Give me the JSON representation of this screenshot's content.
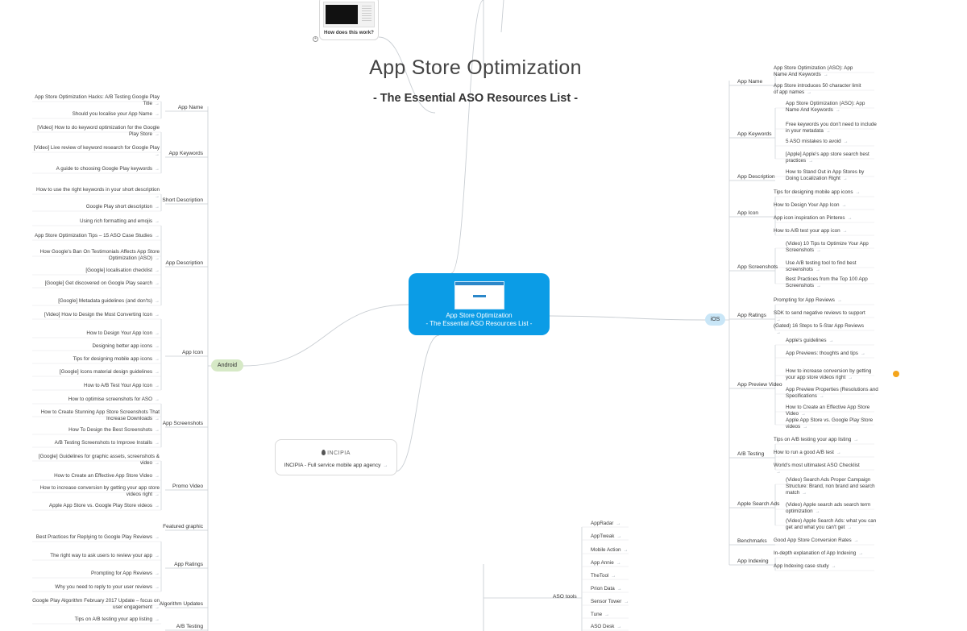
{
  "title": "App Store Optimization",
  "subtitle": "- The Essential ASO Resources List -",
  "center": {
    "line1": "App Store Optimization",
    "line2": "- The Essential ASO Resources List -"
  },
  "how_label": "How does this work?",
  "incipia_logo": "INCIPIA",
  "incipia_text": "INCIPIA - Full service mobile app agency",
  "android": {
    "label": "Android",
    "branches": [
      {
        "label": "App Name",
        "leaves": [
          "App Store Optimization Hacks: A/B Testing Google Play Title",
          "Should you localise your App Name"
        ]
      },
      {
        "label": "App Keywords",
        "leaves": [
          "[Video] How to do keyword optimization for the Google Play Store",
          "[Video] Live review of keyword research for Google Play",
          "A guide to choosing Google Play keywords"
        ]
      },
      {
        "label": "Short Description",
        "leaves": [
          "How to use the right keywords in your short description",
          "Google Play short description"
        ]
      },
      {
        "label": "App Description",
        "leaves": [
          "Using rich formatting and emojis",
          "App Store Optimization Tips – 15 ASO Case Studies",
          "How Google's Ban On Testimonials Affects App Store Optimization (ASO)",
          "[Google] localisation checklist",
          "[Google] Get discovered on Google Play search",
          "[Google] Metadata guidelines (and don'ts)"
        ]
      },
      {
        "label": "App Icon",
        "leaves": [
          "[Video] How to Design the Most Converting Icon",
          "How to Design Your App Icon",
          "Designing better app icons",
          "Tips for designing mobile app icons",
          "[Google] Icons material design guidelines",
          "How to A/B Test Your App Icon"
        ]
      },
      {
        "label": "App Screenshots",
        "leaves": [
          "How to optimise screenshots for ASO",
          "How to Create Stunning App Store Screenshots That Increase Downloads",
          "How To Design the Best Screenshots",
          "A/B Testing Screenshots to Improve Installs"
        ]
      },
      {
        "label": "Promo Video",
        "leaves": [
          "[Google] Guidelines for graphic assets, screenshots & video",
          "How to Create an Effective App Store Video",
          "How to increase conversion by getting your app store videos right",
          "Apple App Store vs. Google Play Store videos"
        ]
      },
      {
        "label": "Featured graphic",
        "leaves": []
      },
      {
        "label": "App Ratings",
        "leaves": [
          "Best Practices for Replying to Google Play Reviews",
          "The right way to ask users to review your app",
          "Prompting for App Reviews",
          "Why you need to reply to your user reviews"
        ]
      },
      {
        "label": "Algorithm Updates",
        "leaves": [
          "Google Play Algorithm February 2017 Update – focus on user engagement"
        ]
      },
      {
        "label": "A/B Testing",
        "leaves": [
          "Tips on A/B testing your app listing"
        ]
      }
    ]
  },
  "ios": {
    "label": "iOS",
    "branches": [
      {
        "label": "App Name",
        "leaves": [
          "App Store Optimization (ASO): App Name And Keywords",
          "App Store introduces 50 character limit of app names"
        ]
      },
      {
        "label": "App Keywords",
        "leaves": [
          "App Store Optimization (ASO): App Name And Keywords",
          "Free keywords you don't need to include in your metadata",
          "5 ASO mistakes to avoid",
          "[Apple] Apple's app store search best practices"
        ]
      },
      {
        "label": "App Description",
        "leaves": [
          "How to Stand Out in App Stores by Doing Localization Right"
        ]
      },
      {
        "label": "App Icon",
        "leaves": [
          "Tips for designing mobile app icons",
          "How to Design Your App Icon",
          "App icon inspiration on Pinteres",
          "How to A/B test your app icon"
        ]
      },
      {
        "label": "App Screenshots",
        "leaves": [
          "(Video) 10 Tips to Optimize Your App Screenshots",
          "Use A/B testing tool to find best screenshots",
          "Best Practices from the Top 100 App Screenshots"
        ]
      },
      {
        "label": "App Ratings",
        "leaves": [
          "Prompting for App Reviews",
          "SDK to send negative reviews to support",
          "(Gated) 16 Steps to 5-Star App Reviews"
        ]
      },
      {
        "label": "App Preview Video",
        "leaves": [
          "Apple's guidelines",
          "App Previews: thoughts and tips",
          "How to increase conversion by getting your app store videos right",
          "App Preview Properties (Resolutions and Specifications",
          "How to Create an Effective App Store Video",
          "Apple App Store vs. Google Play Store videos"
        ]
      },
      {
        "label": "A/B Testing",
        "leaves": [
          "Tips on A/B testing your app listing",
          "How to run a good A/B test",
          "World's most ultimatest ASO Checklist"
        ]
      },
      {
        "label": "Apple Search Ads",
        "leaves": [
          "(Video) Search Ads Proper Campaign Structure: Brand, non brand and search match",
          "(Video) Apple search ads search term optimization",
          "(Video) Apple Search Ads: what you can get and what you can't get"
        ]
      },
      {
        "label": "Benchmarks",
        "leaves": [
          "Good App Store Conversion Rates"
        ]
      },
      {
        "label": "App Indexing",
        "leaves": [
          "In-depth explanation of App Indexing",
          "App Indexing case study"
        ]
      }
    ]
  },
  "aso_tools": {
    "label": "ASO tools",
    "leaves": [
      "AppRadar",
      "AppTweak",
      "Mobile Action",
      "App Annie",
      "TheTool",
      "Prion Data",
      "Sensor Tower",
      "Tune",
      "ASO Desk"
    ]
  },
  "colors": {
    "center_fill": "#0b9ce6",
    "android_fill": "#d6e9c6",
    "ios_fill": "#c9e6f7",
    "alert": "#f4a51c"
  },
  "icons": {
    "leaf_link": "arrow-right-icon",
    "alert": "warning-dot-icon"
  }
}
